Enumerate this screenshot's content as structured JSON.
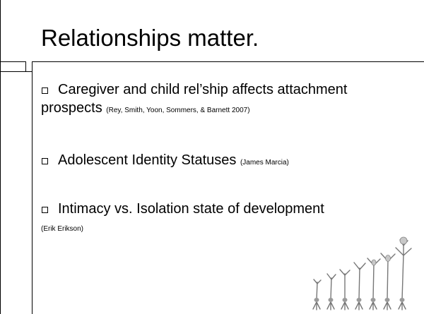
{
  "slide": {
    "title": "Relationships matter.",
    "bullets": [
      {
        "main_line1": "Caregiver and child rel’ship affects attachment",
        "main_line2": "prospects",
        "citation": "(Rey, Smith, Yoon, Sommers, & Barnett 2007)"
      },
      {
        "main": "Adolescent Identity Statuses",
        "citation": "(James Marcia)"
      },
      {
        "main": "Intimacy vs. Isolation state of development",
        "citation": "(Erik Erikson)"
      }
    ]
  },
  "image": {
    "icon": "sprouting-seedlings-illustration"
  }
}
